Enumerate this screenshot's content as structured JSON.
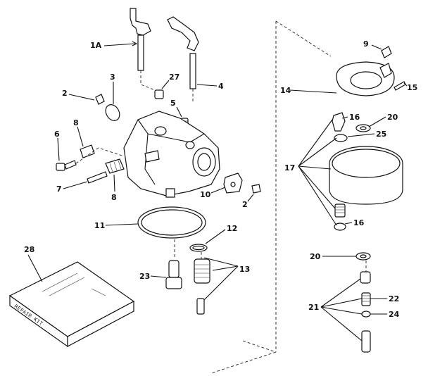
{
  "diagram": {
    "labels": {
      "l1a": "1A",
      "l2a": "2",
      "l2b": "2",
      "l3": "3",
      "l4": "4",
      "l5": "5",
      "l6": "6",
      "l7": "7",
      "l8a": "8",
      "l8b": "8",
      "l9": "9",
      "l10": "10",
      "l11": "11",
      "l12": "12",
      "l13": "13",
      "l14": "14",
      "l15": "15",
      "l16a": "16",
      "l16b": "16",
      "l17": "17",
      "l20a": "20",
      "l20b": "20",
      "l21": "21",
      "l22": "22",
      "l23": "23",
      "l24": "24",
      "l25": "25",
      "l27": "27",
      "l28": "28"
    },
    "repair_kit_text": "REPAIR KIT"
  }
}
